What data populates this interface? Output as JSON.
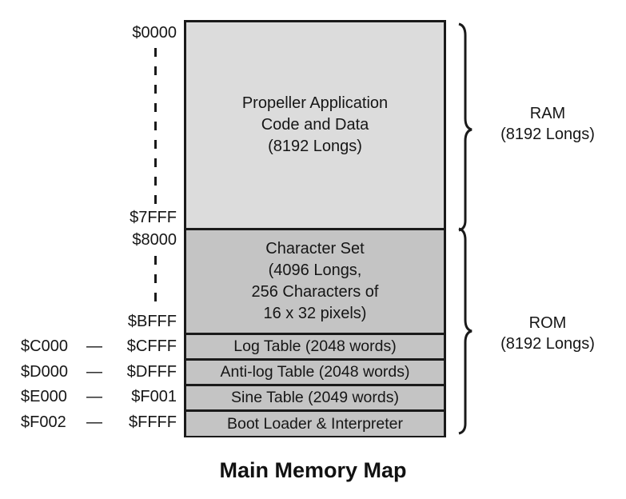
{
  "title": "Main Memory Map",
  "regions": [
    {
      "lines": [
        "Propeller Application",
        "Code and Data",
        "(8192 Longs)"
      ],
      "start": "$0000",
      "end": "$7FFF",
      "fill": "#dcdcdc"
    },
    {
      "lines": [
        "Character Set",
        "(4096 Longs,",
        "256 Characters of",
        "16 x 32 pixels)"
      ],
      "start": "$8000",
      "end": "$BFFF",
      "fill": "#c4c4c4"
    },
    {
      "label": "Log Table (2048 words)",
      "start": "$C000",
      "end": "$CFFF"
    },
    {
      "label": "Anti-log Table (2048 words)",
      "start": "$D000",
      "end": "$DFFF"
    },
    {
      "label": "Sine Table (2049 words)",
      "start": "$E000",
      "end": "$F001"
    },
    {
      "label": "Boot Loader & Interpreter",
      "start": "$F002",
      "end": "$FFFF"
    }
  ],
  "range_separator": "—",
  "groups": [
    {
      "name": "RAM",
      "size": "(8192 Longs)"
    },
    {
      "name": "ROM",
      "size": "(8192 Longs)"
    }
  ]
}
